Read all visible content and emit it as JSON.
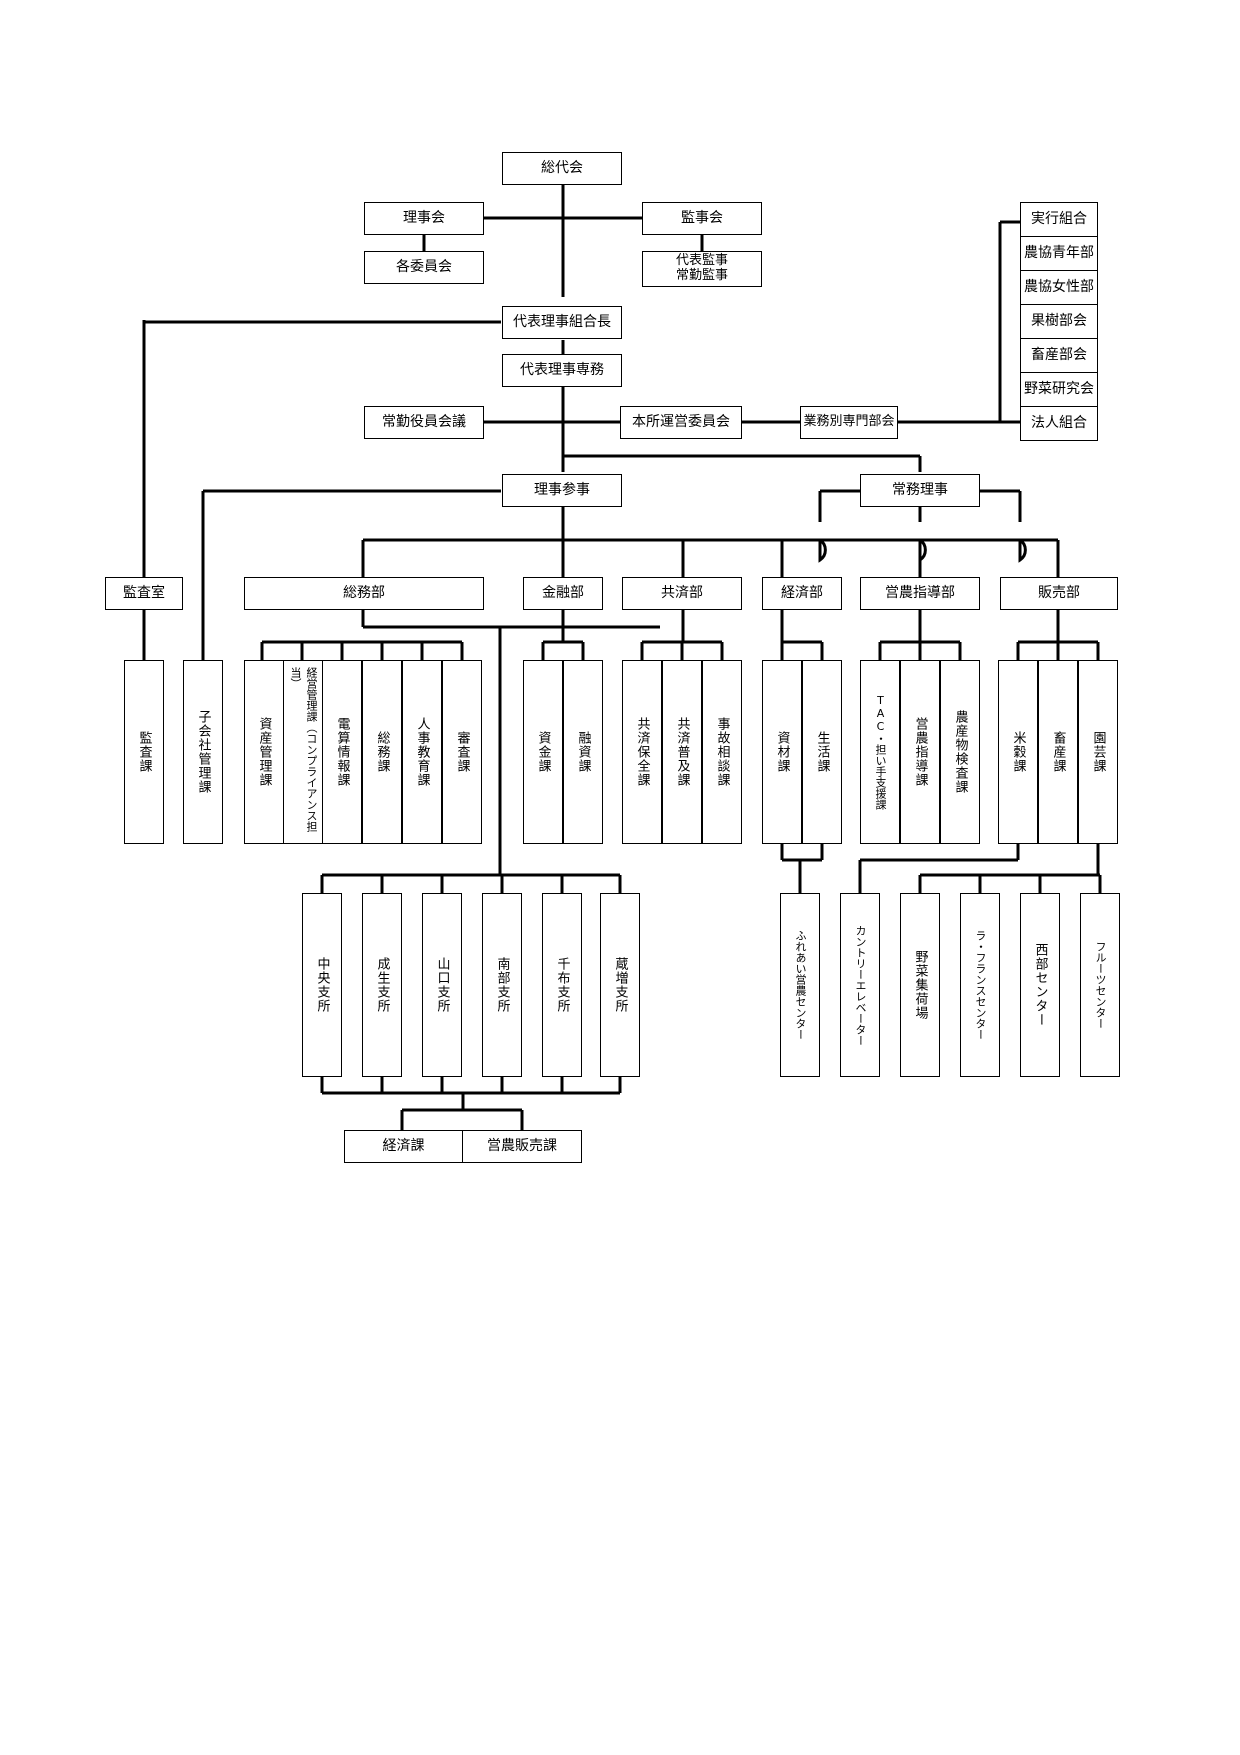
{
  "top": {
    "general_meeting": "総代会",
    "board": "理事会",
    "committees": "各委員会",
    "auditors": "監事会",
    "auditor_titles": [
      "代表監事",
      "常勤監事"
    ],
    "president": "代表理事組合長",
    "managing_director": "代表理事専務",
    "exec_council": "常勤役員会議",
    "hq_committee": "本所運営委員会",
    "specialist_committee": "業務別専門部会",
    "counselor": "理事参事",
    "executive_director": "常務理事"
  },
  "member_groups": [
    "実行組合",
    "農協青年部",
    "農協女性部",
    "果樹部会",
    "畜産部会",
    "野菜研究会",
    "法人組合"
  ],
  "departments": {
    "audit_office": "監査室",
    "general_affairs": "総務部",
    "finance": "金融部",
    "mutual_aid": "共済部",
    "economic": "経済部",
    "farm_guidance": "営農指導部",
    "sales": "販売部"
  },
  "sections": {
    "audit": "監査課",
    "subsidiary": "子会社管理課",
    "asset": "資産管理課",
    "compliance": "経営管理課（コンプライアンス担当）",
    "computing": "電算情報課",
    "general": "総務課",
    "personnel": "人事教育課",
    "examination": "審査課",
    "funds": "資金課",
    "loans": "融資課",
    "mutual_maint": "共済保全課",
    "mutual_promo": "共済普及課",
    "accident": "事故相談課",
    "materials": "資材課",
    "living": "生活課",
    "tac": "TAC・担い手支援課",
    "guidance": "営農指導課",
    "inspection": "農産物検査課",
    "rice": "米穀課",
    "livestock": "畜産課",
    "horticulture": "園芸課"
  },
  "branches": [
    "中央支所",
    "成生支所",
    "山口支所",
    "南部支所",
    "千布支所",
    "蔵増支所"
  ],
  "branch_sections": [
    "経済課",
    "営農販売課"
  ],
  "centers": {
    "fureai": "ふれあい営農センター",
    "elevator": "カントリーエレベーター",
    "vegetable": "野菜集荷場",
    "france": "ラ・フランスセンター",
    "west": "西部センター",
    "fruit": "フルーツセンター"
  }
}
